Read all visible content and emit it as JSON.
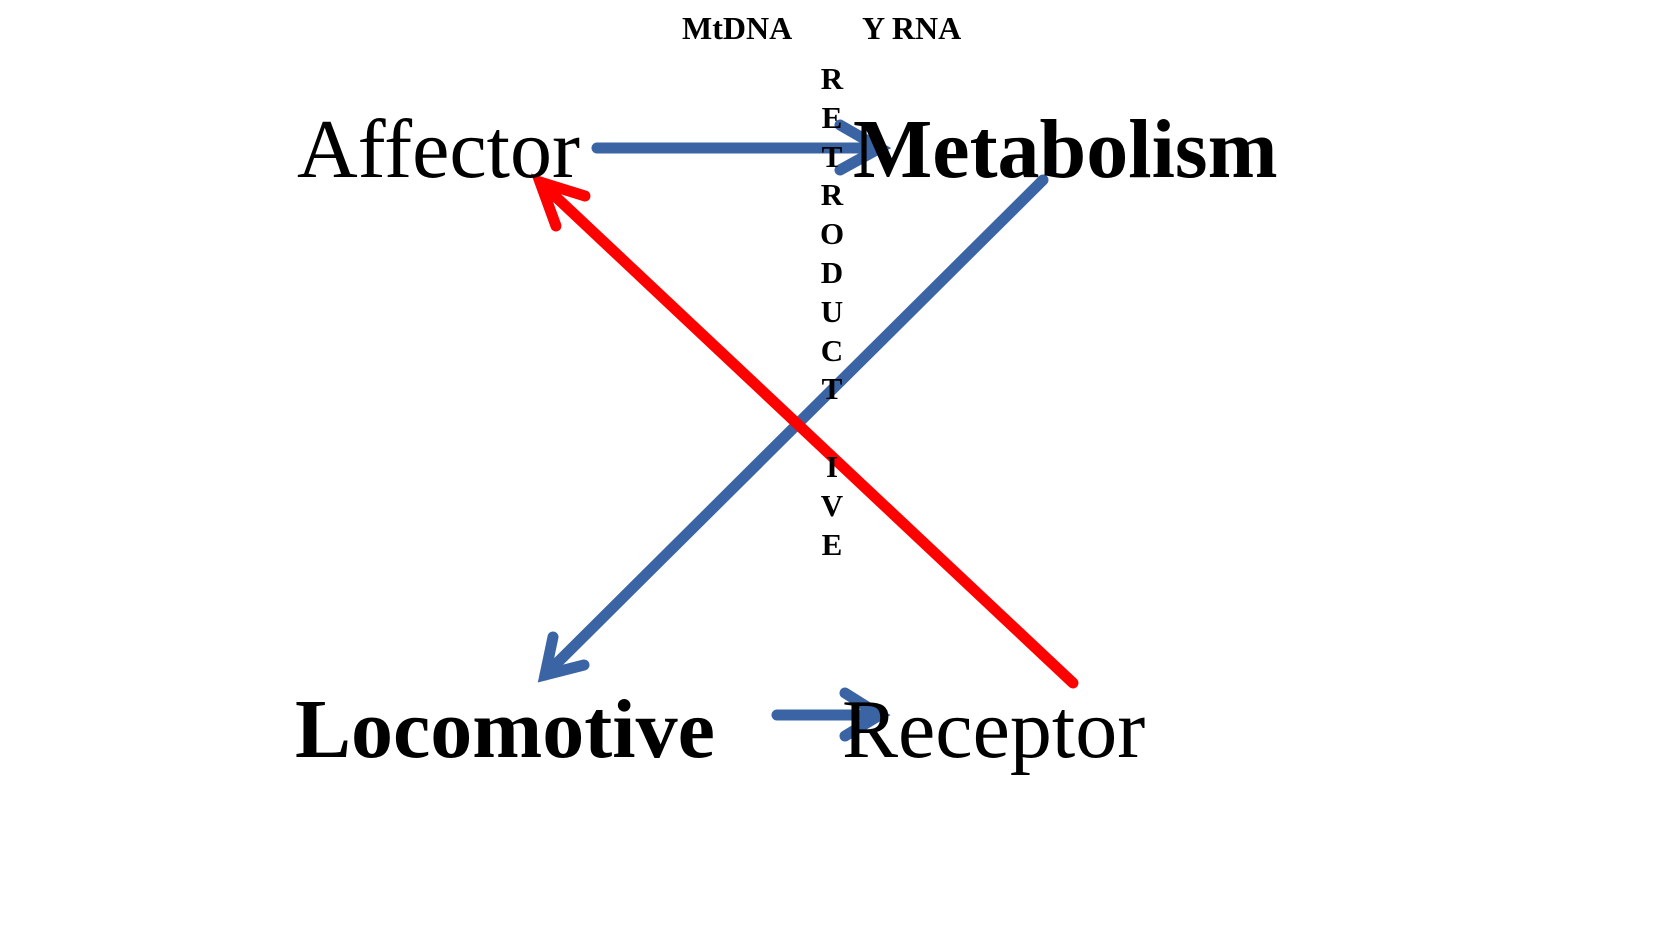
{
  "top_labels": {
    "left": "MtDNA",
    "right": "Y RNA"
  },
  "vertical_word_letters": [
    "R",
    "E",
    "T",
    "R",
    "O",
    "D",
    "U",
    "C",
    "T",
    "",
    "I",
    "V",
    "E"
  ],
  "nodes": {
    "affector": "Affector",
    "metabolism": "Metabolism",
    "locomotive": "Locomotive",
    "receptor": "Receptor"
  },
  "colors": {
    "blue_arrow": "#3A64A4",
    "red_arrow": "#FF0000",
    "text": "#000000",
    "background": "#FFFFFF"
  },
  "arrows": [
    {
      "from": "Affector",
      "to": "Metabolism",
      "color": "blue"
    },
    {
      "from": "Metabolism",
      "to": "Locomotive",
      "color": "blue"
    },
    {
      "from": "Locomotive",
      "to": "Receptor",
      "color": "blue"
    },
    {
      "from": "Receptor",
      "to": "Affector",
      "color": "red"
    }
  ]
}
